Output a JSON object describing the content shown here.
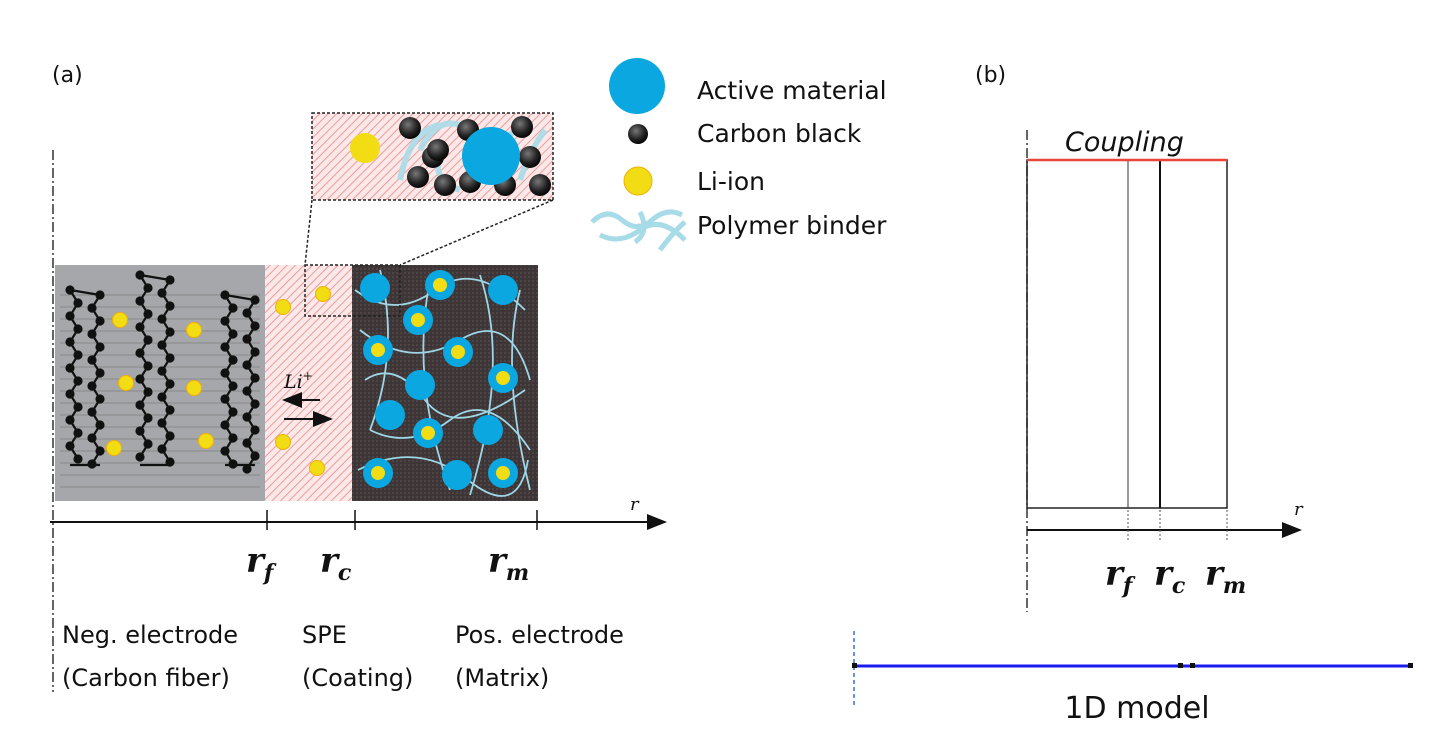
{
  "panel_a": {
    "label": "(a)",
    "legend": [
      {
        "label": "Active material",
        "color": "#0aa7e0"
      },
      {
        "label": "Carbon black",
        "color": "#222222"
      },
      {
        "label": "Li-ion",
        "color": "#f2dc14"
      },
      {
        "label": "Polymer binder",
        "color": "#a8dbe8"
      }
    ],
    "li_label": "Li",
    "li_charge": "+",
    "axis_label": "r",
    "ticks": [
      {
        "main": "r",
        "sub": "f"
      },
      {
        "main": "r",
        "sub": "c"
      },
      {
        "main": "r",
        "sub": "m"
      }
    ],
    "regions": [
      {
        "line1": "Neg. electrode",
        "line2": "(Carbon fiber)"
      },
      {
        "line1": "SPE",
        "line2": "(Coating)"
      },
      {
        "line1": "Pos. electrode",
        "line2": "(Matrix)"
      }
    ],
    "colors": {
      "fiber_bg": "#a6a7aa",
      "spe": "#f4c8c8",
      "matrix": "#3d3536",
      "active": "#0aa7e0",
      "li": "#f2dc14"
    }
  },
  "panel_b": {
    "label": "(b)",
    "coupling": "Coupling",
    "axis_label": "r",
    "ticks": [
      {
        "main": "r",
        "sub": "f"
      },
      {
        "main": "r",
        "sub": "c"
      },
      {
        "main": "r",
        "sub": "m"
      }
    ],
    "colors": {
      "coupling": "#e8453c"
    }
  },
  "model_1d": {
    "label": "1D model",
    "color": "#1a1aee"
  }
}
